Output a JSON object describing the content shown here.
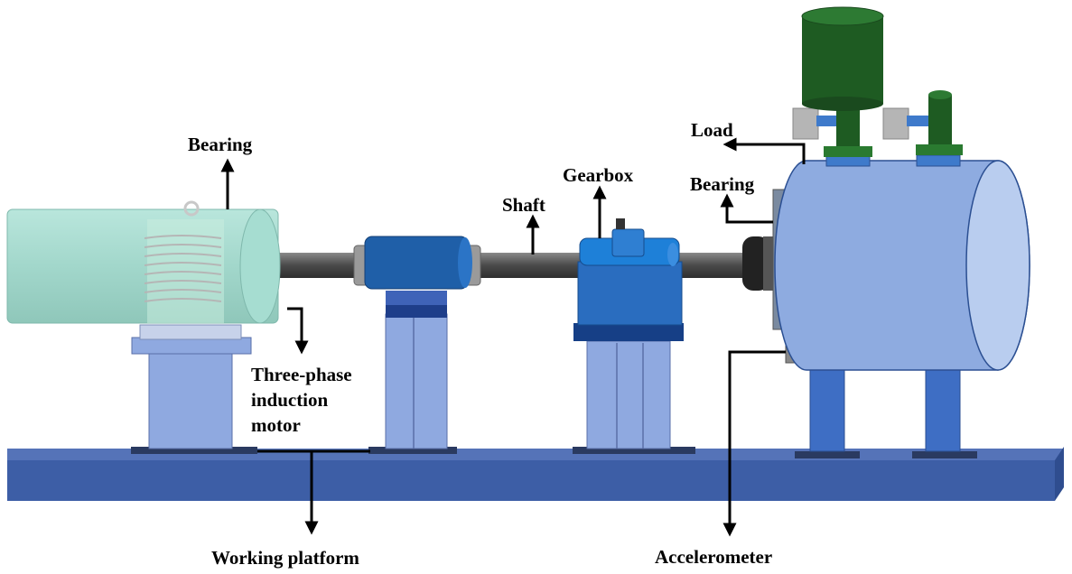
{
  "labels": {
    "bearing_motor": "Bearing",
    "motor_line1": "Three-phase",
    "motor_line2": "induction",
    "motor_line3": "motor",
    "shaft": "Shaft",
    "gearbox": "Gearbox",
    "load": "Load",
    "bearing_load": "Bearing",
    "platform": "Working platform",
    "accelerometer": "Accelerometer"
  },
  "colors": {
    "platform": "#3d5ea6",
    "motor_body": "#a8dcd0",
    "support": "#8fa9e0",
    "coupling": "#1f5fa8",
    "gearbox": "#1e6cc0",
    "load_drum": "#8eabe0",
    "motor_top": "#1e5b22",
    "shaft": "#555555"
  }
}
